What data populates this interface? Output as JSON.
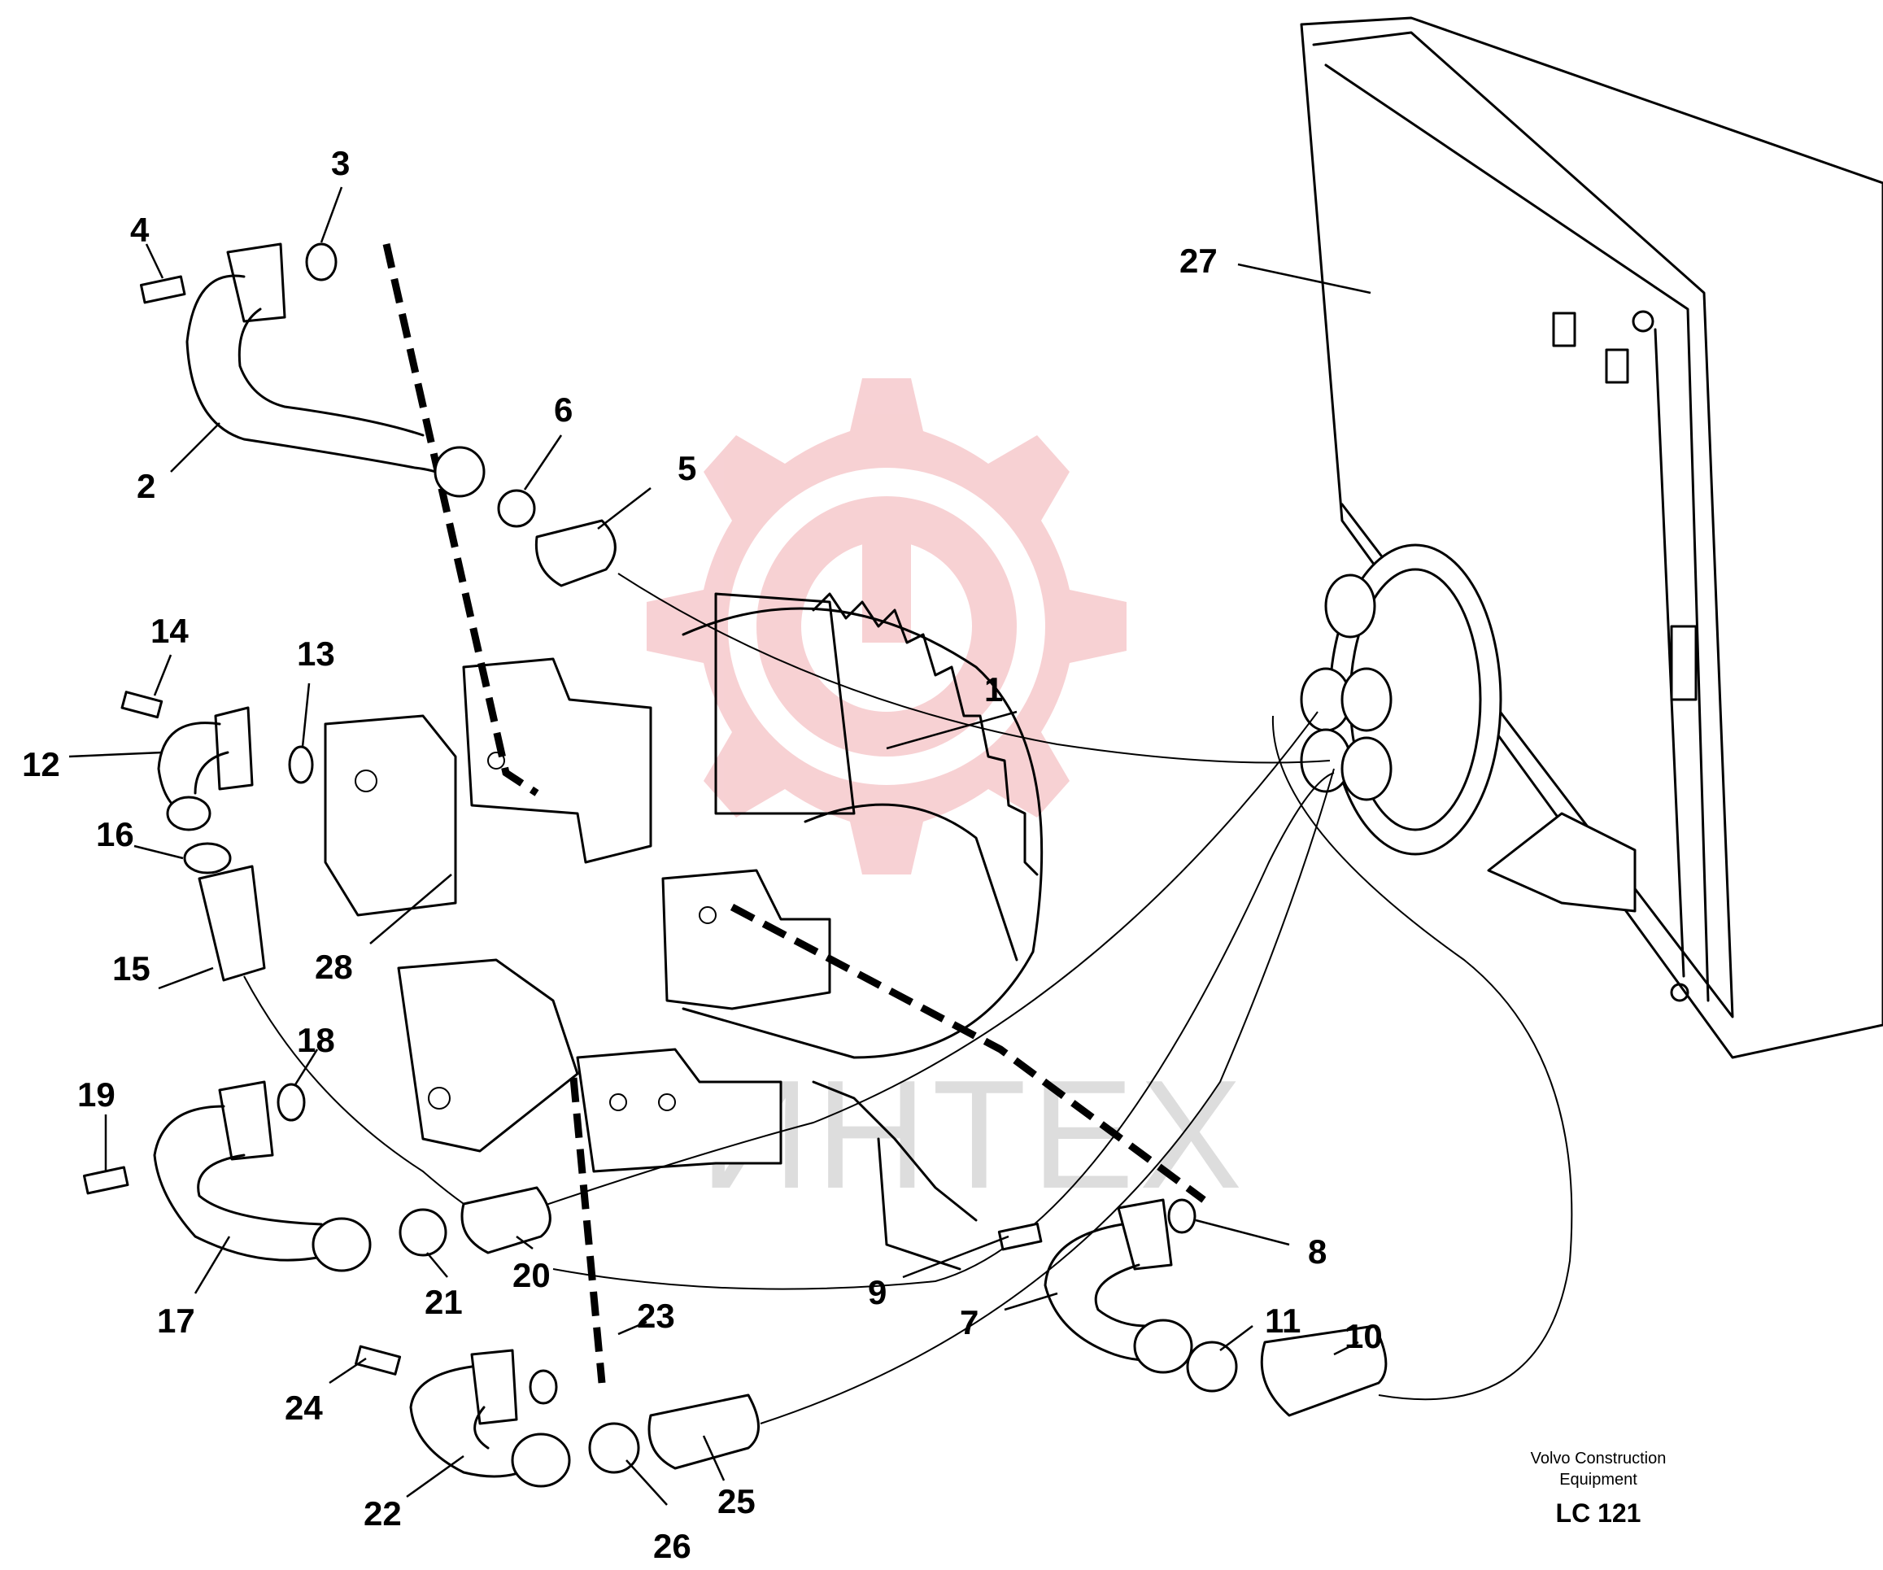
{
  "watermark": {
    "text": "ИНТЕХ",
    "color": "#f6c9cc"
  },
  "callouts": [
    "1",
    "2",
    "3",
    "4",
    "5",
    "6",
    "7",
    "8",
    "9",
    "10",
    "11",
    "12",
    "13",
    "14",
    "15",
    "16",
    "17",
    "18",
    "19",
    "20",
    "21",
    "22",
    "23",
    "24",
    "25",
    "26",
    "27",
    "28"
  ],
  "footer": {
    "manufacturer_line1": "Volvo Construction",
    "manufacturer_line2": "Equipment",
    "code": "LC 121"
  }
}
